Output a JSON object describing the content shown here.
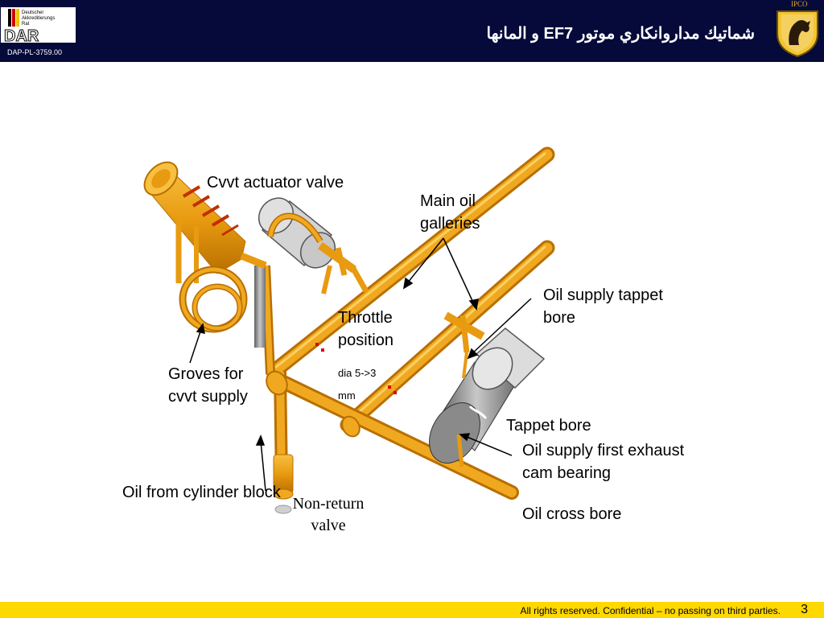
{
  "header": {
    "title": "شماتيك مداروانكاري موتور EF7 و المانها",
    "doc_code": "DAP-PL-3759.00",
    "logo_lines": [
      "Deutscher",
      "Akkreditierungs",
      "Rat"
    ],
    "logo_word": "DAR",
    "brand": "IPCO"
  },
  "labels": {
    "cvvt_actuator_valve": "Cvvt actuator valve",
    "main_oil_galleries": [
      "Main oil",
      "galleries"
    ],
    "oil_supply_tappet_bore": [
      "Oil supply tappet",
      "bore"
    ],
    "throttle_position": [
      "Throttle",
      "position"
    ],
    "dia": [
      "dia 5->3",
      "mm"
    ],
    "groves_for_cvvt_supply": [
      "Groves for",
      "cvvt supply"
    ],
    "tappet_bore": "Tappet bore",
    "oil_supply_first_exhaust_cam_bearing": [
      "Oil supply first exhaust",
      "cam bearing"
    ],
    "oil_from_cylinder_block": "Oil from cylinder block",
    "non_return_valve": [
      "Non-return",
      "valve"
    ],
    "oil_cross_bore": "Oil cross bore"
  },
  "footer": {
    "text": "All rights reserved. Confidential – no passing on third parties.",
    "page": "3"
  },
  "colors": {
    "header_bg": "#050a3a",
    "footer_bg": "#ffd800",
    "pipe_orange": "#e89a10",
    "pipe_dark": "#b86f00",
    "bore_gray": "#b5b5b5"
  }
}
